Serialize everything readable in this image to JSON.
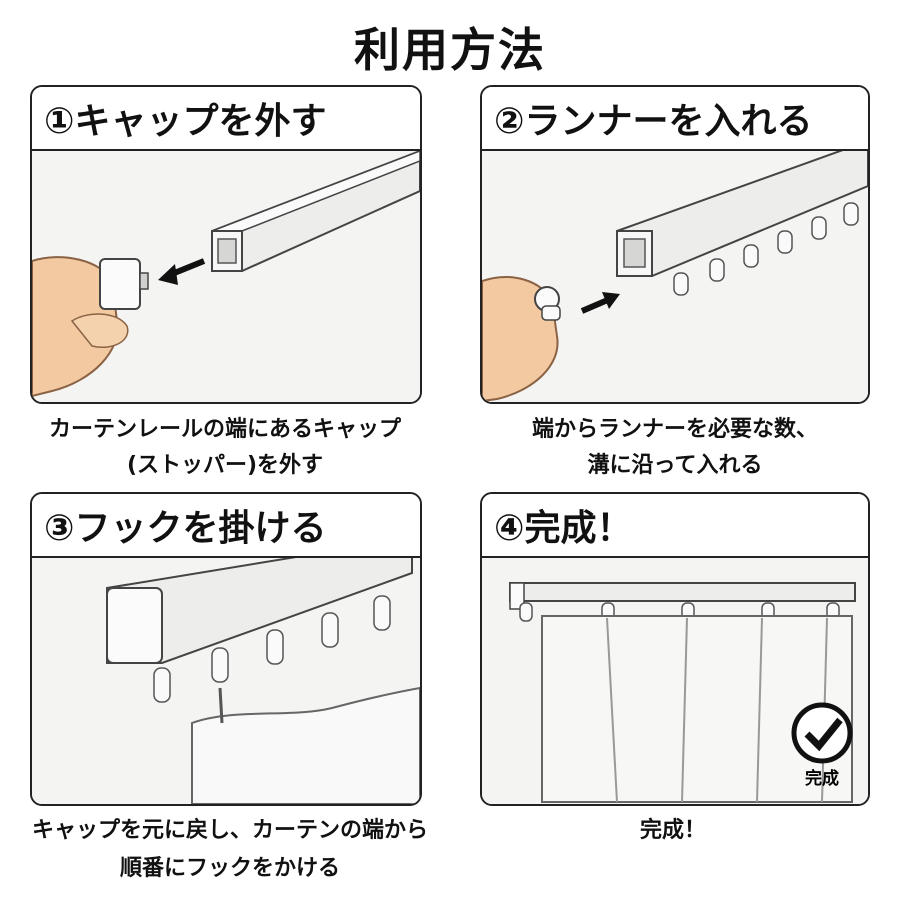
{
  "page": {
    "title": "利用方法"
  },
  "steps": [
    {
      "heading": "①キャップを外す",
      "caption_line1": "カーテンレールの端にあるキャップ",
      "caption_line2": "(ストッパー)を外す"
    },
    {
      "heading": "②ランナーを入れる",
      "caption_line1": "端からランナーを必要な数、",
      "caption_line2": "溝に沿って入れる"
    },
    {
      "heading": "③フックを掛ける",
      "caption_line1": "キャップを元に戻し、カーテンの端から",
      "caption_line2": "順番にフックをかける"
    },
    {
      "heading": "④完成！",
      "caption_line1": "完成！",
      "badge": "完成"
    }
  ],
  "colors": {
    "border": "#222222",
    "skin": "#f2c9a0",
    "rail": "#e9e9e7",
    "arrow": "#111111"
  }
}
